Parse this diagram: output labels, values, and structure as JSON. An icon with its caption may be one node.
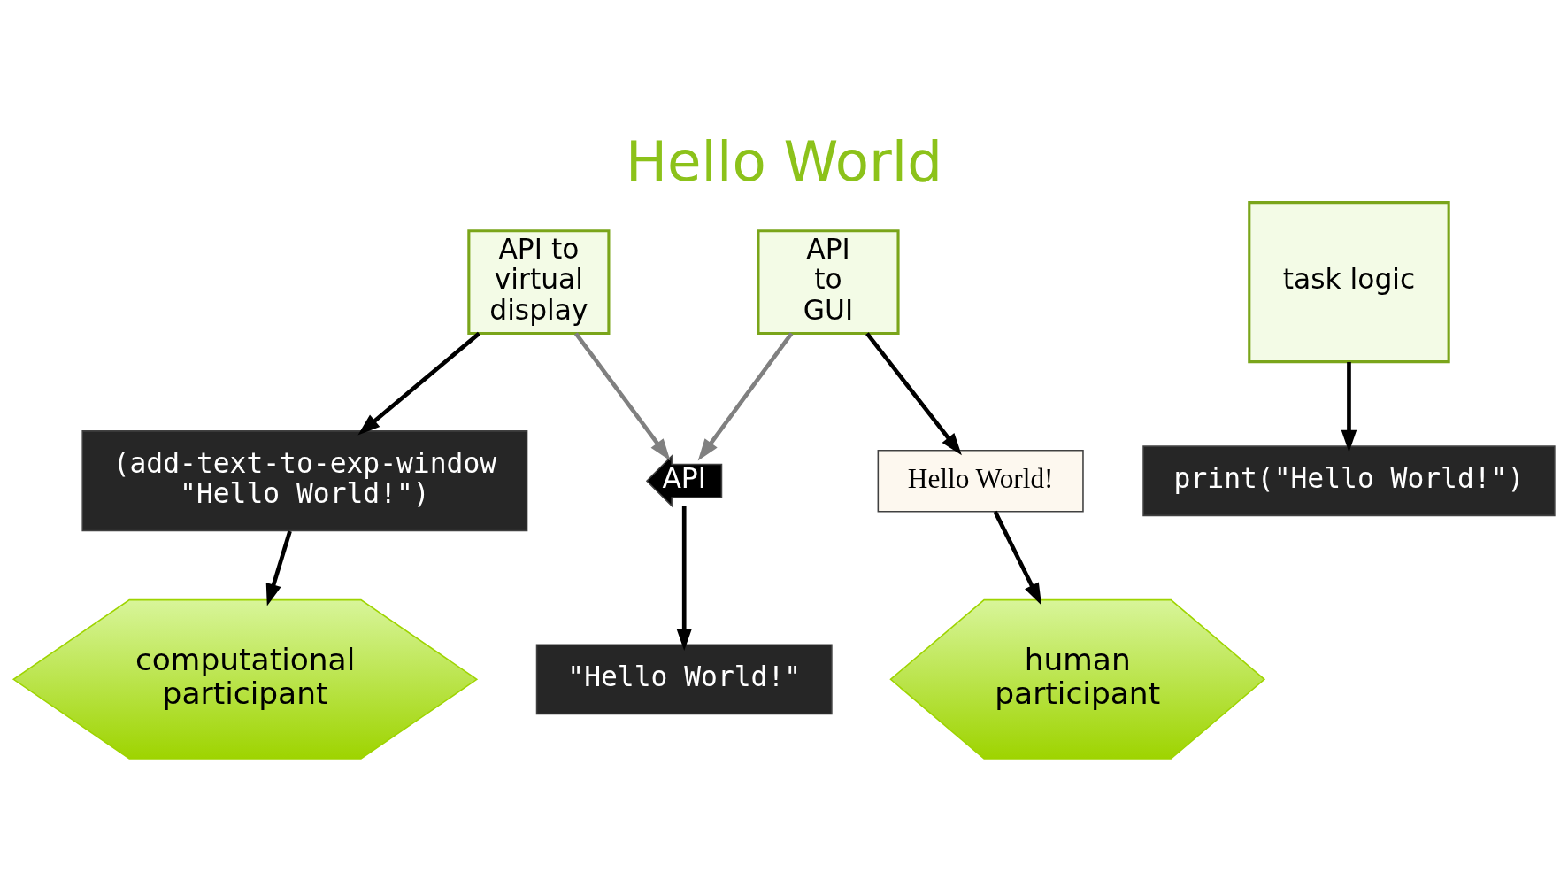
{
  "diagram": {
    "title": "Hello World",
    "nodes": [
      {
        "text": [
          "(add-text-to-exp-window \"Hello World!\")"
        ]
      },
      {
        "text": [
          "\"Hello World!\""
        ]
      },
      {
        "text": [
          "API to virtual display"
        ]
      },
      {
        "text": [
          "computational participant"
        ]
      },
      {
        "text": [
          "task logic"
        ]
      },
      {
        "text": [
          "API"
        ]
      },
      {
        "text": [
          "API to GUI"
        ]
      },
      {
        "text": [
          "human participant"
        ]
      },
      {
        "text": [
          "print(\"Hello World!\")"
        ]
      },
      {
        "text": [
          "Hello World!"
        ]
      }
    ],
    "edges": [
      {
        "from": 2,
        "to": 0,
        "arrow": "to"
      },
      {
        "from": 0,
        "to": 3,
        "arrow": "to"
      },
      {
        "from": 5,
        "to": 1,
        "arrow": "to"
      },
      {
        "from": 2,
        "to": 5,
        "arrow": "to",
        "color": "#808080"
      },
      {
        "from": 6,
        "to": 5,
        "arrow": "to",
        "color": "#808080"
      },
      {
        "from": 4,
        "to": 8,
        "arrow": "to"
      },
      {
        "from": 6,
        "to": 9,
        "arrow": "to"
      },
      {
        "from": 9,
        "to": 7,
        "arrow": "to"
      }
    ]
  }
}
